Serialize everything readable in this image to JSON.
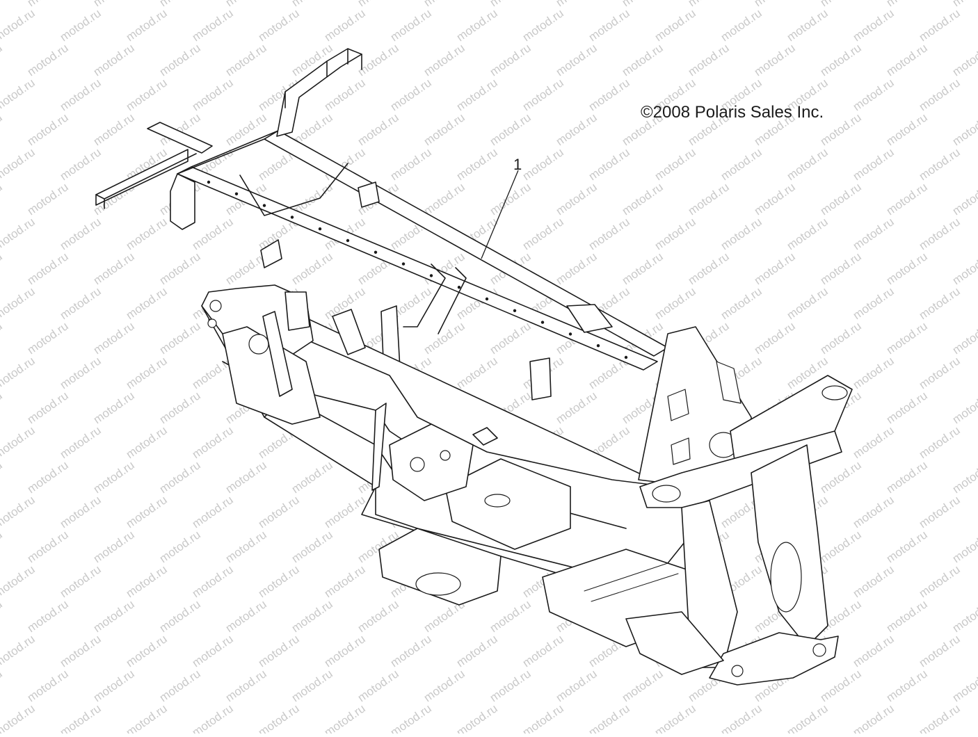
{
  "watermark": {
    "text": "motod.ru"
  },
  "copyright": {
    "text": "©2008 Polaris Sales Inc."
  },
  "callouts": [
    {
      "number": "1",
      "part": "frame"
    }
  ]
}
